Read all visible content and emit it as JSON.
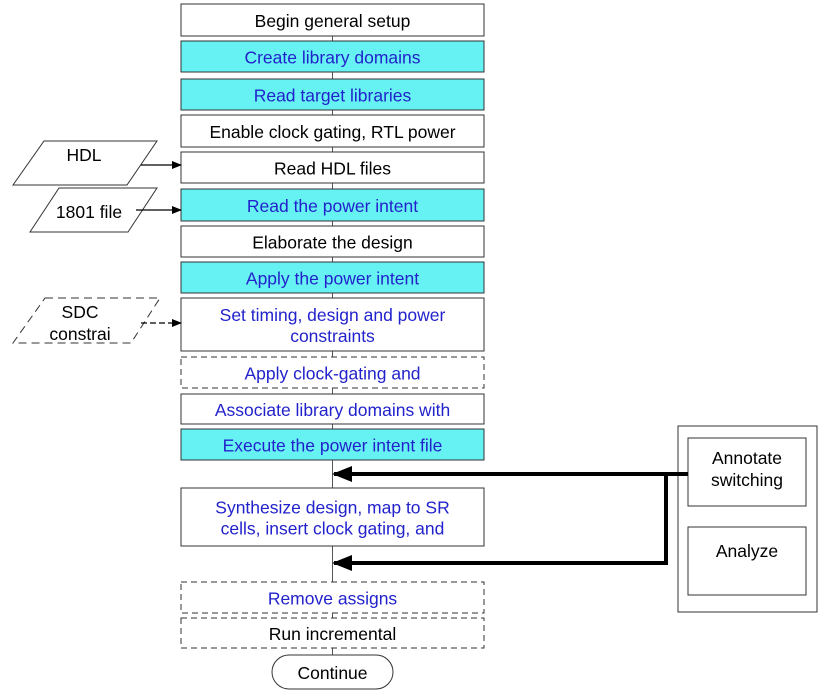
{
  "colors": {
    "step_fill_highlight": "#66f2f2",
    "step_fill_plain": "#ffffff",
    "text_black": "#000000",
    "text_blue": "#2222cc",
    "border": "#333333",
    "arrow": "#000000"
  },
  "steps": [
    {
      "id": "begin-general-setup",
      "lines": [
        "Begin general setup"
      ],
      "fill": "plain",
      "text": "black",
      "border": "solid"
    },
    {
      "id": "create-library-domains",
      "lines": [
        "Create library domains"
      ],
      "fill": "highlight",
      "text": "blue",
      "border": "solid"
    },
    {
      "id": "read-target-libraries",
      "lines": [
        "Read target libraries"
      ],
      "fill": "highlight",
      "text": "blue",
      "border": "solid"
    },
    {
      "id": "enable-clock-gating",
      "lines": [
        "Enable clock gating, RTL power"
      ],
      "fill": "plain",
      "text": "black",
      "border": "solid"
    },
    {
      "id": "read-hdl-files",
      "lines": [
        "Read HDL files"
      ],
      "fill": "plain",
      "text": "black",
      "border": "solid"
    },
    {
      "id": "read-power-intent",
      "lines": [
        "Read the power intent"
      ],
      "fill": "highlight",
      "text": "blue",
      "border": "solid"
    },
    {
      "id": "elaborate-design",
      "lines": [
        "Elaborate the design"
      ],
      "fill": "plain",
      "text": "black",
      "border": "solid"
    },
    {
      "id": "apply-power-intent",
      "lines": [
        "Apply the power intent"
      ],
      "fill": "highlight",
      "text": "blue",
      "border": "solid"
    },
    {
      "id": "set-timing-constraints",
      "lines": [
        "Set timing, design and power",
        "constraints"
      ],
      "fill": "plain",
      "text": "blue",
      "border": "solid"
    },
    {
      "id": "apply-clock-gating",
      "lines": [
        "Apply clock-gating and"
      ],
      "fill": "plain",
      "text": "blue",
      "border": "dashed"
    },
    {
      "id": "associate-library-domains",
      "lines": [
        "Associate library domains with"
      ],
      "fill": "plain",
      "text": "blue",
      "border": "solid"
    },
    {
      "id": "execute-power-intent-file",
      "lines": [
        "Execute the power intent file"
      ],
      "fill": "highlight",
      "text": "blue",
      "border": "solid"
    },
    {
      "id": "synthesize-design",
      "lines": [
        "Synthesize design, map to SR",
        "cells, insert clock gating, and"
      ],
      "fill": "plain",
      "text": "blue",
      "border": "solid"
    },
    {
      "id": "remove-assigns",
      "lines": [
        "Remove assigns"
      ],
      "fill": "plain",
      "text": "blue",
      "border": "dashed"
    },
    {
      "id": "run-incremental",
      "lines": [
        "Run incremental"
      ],
      "fill": "plain",
      "text": "black",
      "border": "dashed"
    }
  ],
  "continue_label": "Continue",
  "inputs": [
    {
      "id": "hdl",
      "lines": [
        "HDL"
      ],
      "border": "solid",
      "target": "read-hdl-files"
    },
    {
      "id": "1801-file",
      "lines": [
        "1801 file"
      ],
      "border": "solid",
      "target": "read-power-intent"
    },
    {
      "id": "sdc-constraints",
      "lines": [
        "SDC",
        "constrai"
      ],
      "border": "dashed",
      "target": "set-timing-constraints"
    }
  ],
  "side_panel": {
    "items": [
      {
        "id": "annotate-switching",
        "lines": [
          "Annotate",
          "switching"
        ]
      },
      {
        "id": "analyze",
        "lines": [
          "Analyze"
        ]
      }
    ]
  }
}
